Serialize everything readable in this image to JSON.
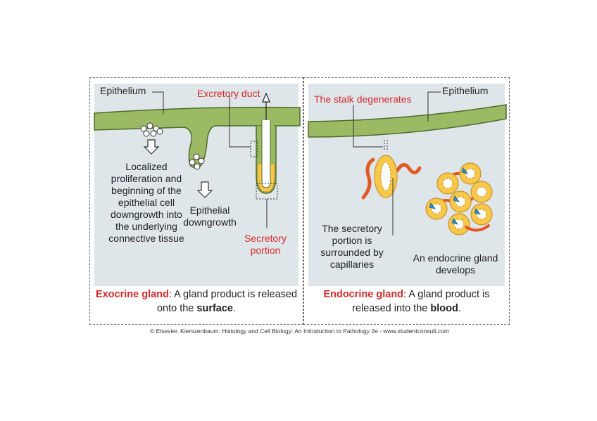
{
  "exocrine": {
    "epithelium_label": "Epithelium",
    "duct_label": "Excretory duct",
    "proliferation_label": [
      "Localized",
      "proliferation and",
      "beginning of the",
      "epithelial cell",
      "downgrowth into",
      "the underlying",
      "connective tissue"
    ],
    "downgrowth_label": [
      "Epithelial",
      "downgrowth"
    ],
    "secretory_label": [
      "Secretory",
      "portion"
    ],
    "caption_title": "Exocrine gland",
    "caption_mid": ": A gland product is released",
    "caption_line2_start": "onto the ",
    "caption_bold": "surface",
    "caption_end": "."
  },
  "endocrine": {
    "stalk_label": "The stalk degenerates",
    "epithelium_label": "Epithelium",
    "capillaries_label": [
      "The secretory",
      "portion is",
      "surrounded by",
      "capillaries"
    ],
    "develops_label": [
      "An endocrine gland",
      "develops"
    ],
    "caption_title": "Endocrine gland",
    "caption_mid": ": A gland product is",
    "caption_line2_start": "released into the ",
    "caption_bold": "blood",
    "caption_end": "."
  },
  "credit": "© Elsevier. Kierszenbaum: Histology and Cell Biology: An Introduction to Pathology 2e - www.studentconsult.com",
  "colors": {
    "epithelium": "#9bba63",
    "connective": "#dfe6ea",
    "secretory": "#f7c84a",
    "capillary": "#e05a24",
    "label_red": "#d42a2a"
  }
}
